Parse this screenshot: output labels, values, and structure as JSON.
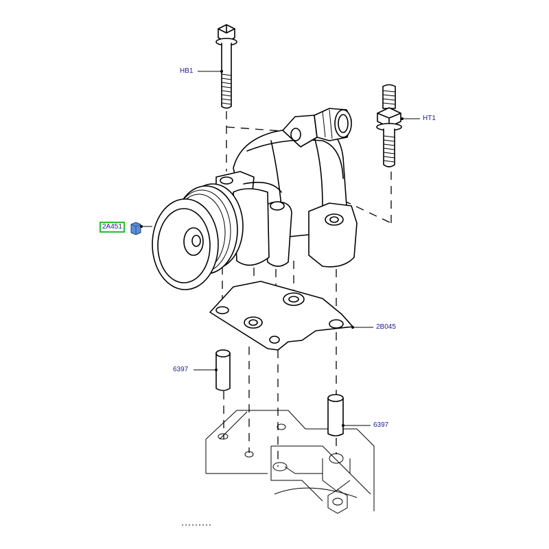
{
  "callouts": {
    "hb1": "HB1",
    "ht1": "HT1",
    "a2451": "2A451",
    "b2045": "2B045",
    "p6397_left": "6397",
    "p6397_right": "6397"
  },
  "colors": {
    "line": "#000000",
    "callout_text": "#1a1a8c",
    "highlight_border": "#22c02a",
    "part_blue": "#5b8fd6"
  },
  "selected_callout": "2A451"
}
